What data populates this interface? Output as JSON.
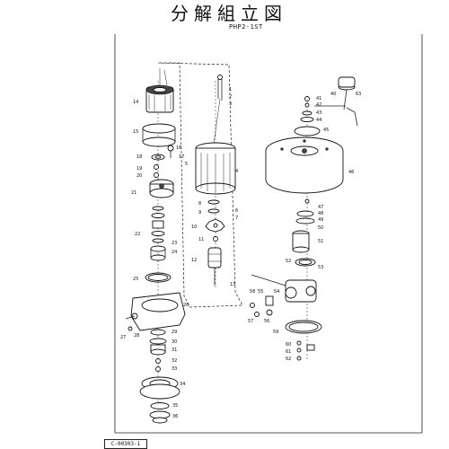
{
  "title": "分解組立図",
  "model": "PHP2-1ST",
  "doc_number": "C-00303-1",
  "part_numbers": [
    "1",
    "2",
    "3",
    "4",
    "5",
    "6",
    "7",
    "8",
    "9",
    "10",
    "11",
    "12",
    "13",
    "14",
    "15",
    "16",
    "17",
    "18",
    "19",
    "20",
    "21",
    "22",
    "23",
    "24",
    "25",
    "26",
    "27",
    "28",
    "29",
    "30",
    "31",
    "32",
    "33",
    "34",
    "35",
    "36",
    "40",
    "41",
    "42",
    "43",
    "44",
    "45",
    "46",
    "47",
    "48",
    "49",
    "50",
    "51",
    "52",
    "53",
    "54",
    "55",
    "56",
    "57",
    "58",
    "59",
    "60",
    "61",
    "62",
    "63"
  ]
}
